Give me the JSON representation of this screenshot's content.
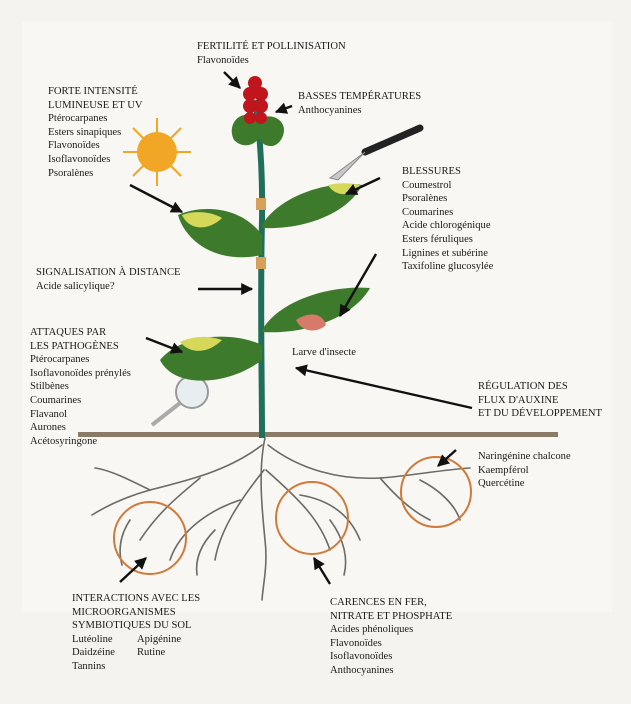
{
  "fertilite": {
    "heading": "FERTILITÉ ET POLLINISATION",
    "items": [
      "Flavonoïdes"
    ]
  },
  "temperatures": {
    "heading": "BASSES TEMPÉRATURES",
    "items": [
      "Anthocyanines"
    ]
  },
  "lumiere": {
    "heading": [
      "FORTE INTENSITÉ",
      "LUMINEUSE ET UV"
    ],
    "items": [
      "Ptérocarpanes",
      "Esters sinapiques",
      "Flavonoïdes",
      "Isoflavonoïdes",
      "Psoralènes"
    ]
  },
  "blessures": {
    "heading": "BLESSURES",
    "items": [
      "Coumestrol",
      "Psoralènes",
      "Coumarines",
      "Acide chlorogénique",
      "Esters féruliques",
      "Lignines et subérine",
      "Taxifoline glucosylée"
    ]
  },
  "signalisation": {
    "heading": "SIGNALISATION À DISTANCE",
    "items": [
      "Acide salicylique?"
    ]
  },
  "pathogenes": {
    "heading": [
      "ATTAQUES PAR",
      "LES PATHOGÈNES"
    ],
    "items": [
      "Ptérocarpanes",
      "Isoflavonoïdes prénylés",
      "Stilbènes",
      "Coumarines",
      "Flavanol",
      "Aurones",
      "Acétosyringone"
    ]
  },
  "larve": {
    "text": "Larve d'insecte"
  },
  "auxine": {
    "heading": [
      "RÉGULATION DES",
      "FLUX D'AUXINE",
      "ET DU DÉVELOPPEMENT"
    ],
    "items": [
      "Naringénine chalcone",
      "Kaempférol",
      "Quercétine"
    ]
  },
  "interactions": {
    "heading": [
      "INTERACTIONS AVEC LES",
      "MICROORGANISMES",
      "SYMBIOTIQUES DU SOL"
    ],
    "items_col1": [
      "Lutéoline",
      "Daidzéine",
      "Tannins"
    ],
    "items_col2": [
      "Apigénine",
      "Rutine"
    ]
  },
  "carences": {
    "heading": [
      "CARENCES EN FER,",
      "NITRATE ET PHOSPHATE"
    ],
    "items": [
      "Acides phénoliques",
      "Flavonoïdes",
      "Isoflavonoïdes",
      "Anthocyanines"
    ]
  },
  "colors": {
    "stem": "#1f6f5a",
    "leaf": "#3d7a2c",
    "leaf_spot": "#d6d85a",
    "flower": "#c0151d",
    "root": "#6b6b63",
    "ground": "#8a7a66",
    "circle": "#d07a3c",
    "sun": "#f2a625"
  }
}
